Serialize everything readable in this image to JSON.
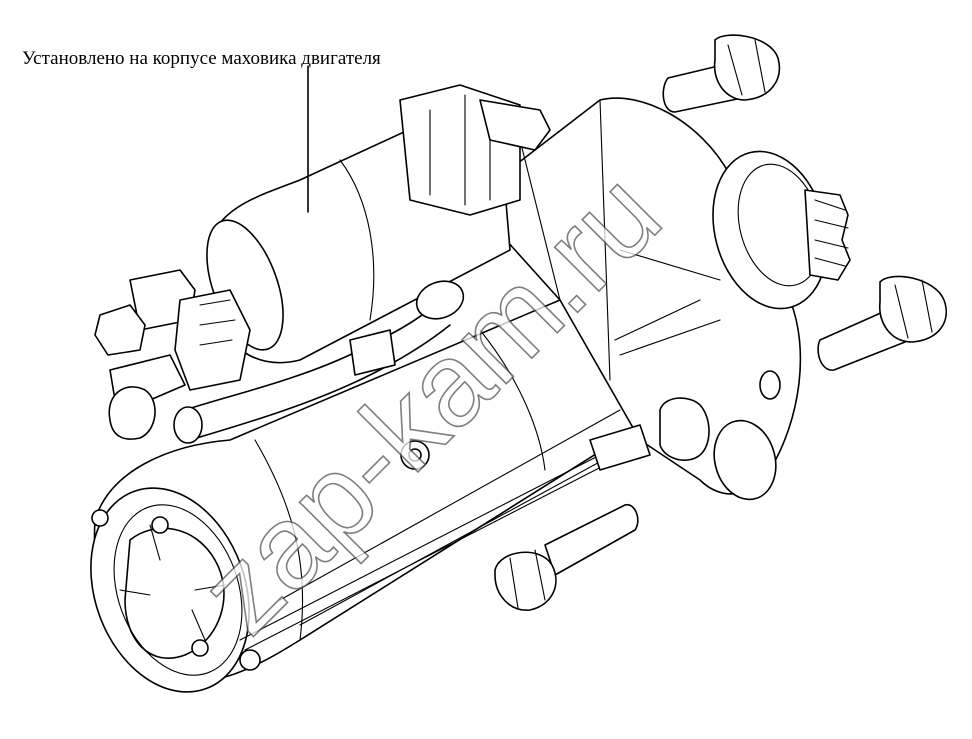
{
  "callout": {
    "text": "Установлено на корпусе маховика двигателя"
  },
  "watermark": {
    "text": "zap-kam.ru"
  },
  "figure": {
    "subject-icon": "starter-motor-drawing",
    "parts": [
      "solenoid",
      "motor-housing",
      "drive-flange",
      "mounting-bolt",
      "mounting-bolt",
      "mounting-bolt"
    ]
  }
}
